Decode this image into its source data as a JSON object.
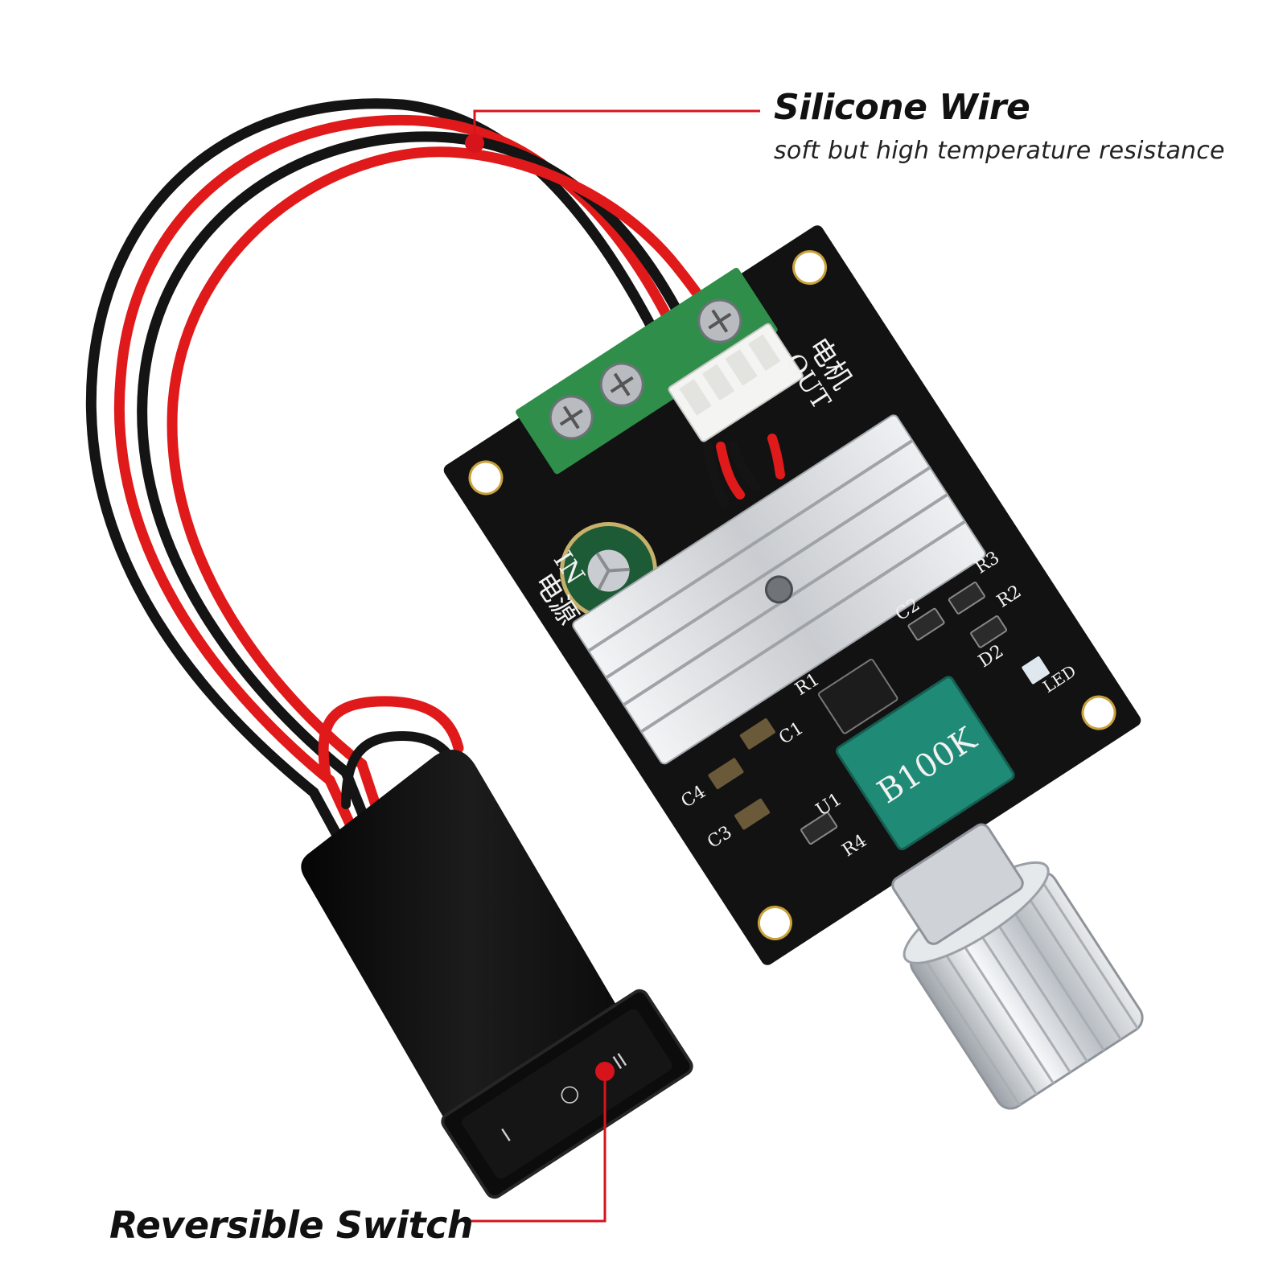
{
  "callouts": {
    "silicone_wire": {
      "title": "Silicone Wire",
      "subtitle": "soft but high temperature resistance"
    },
    "reversible_switch": {
      "title": "Reversible Switch"
    }
  },
  "board_labels": {
    "potentiometer": "B100K",
    "out_cn": "电机",
    "out": "OUT",
    "in_cn": "电源",
    "in": "IN",
    "c1": "C1",
    "c2": "C2",
    "c3": "C3",
    "c4": "C4",
    "r1": "R1",
    "r2": "R2",
    "r3": "R3",
    "r4": "R4",
    "d2": "D2",
    "led": "LED",
    "u1": "U1"
  },
  "colors": {
    "accent_red": "#d7141c",
    "wire_red": "#e01a1a",
    "wire_black": "#141414",
    "pcb": "#121212",
    "heatsink": "#d9dcdf",
    "terminal_green": "#2f8f4a",
    "pot_green": "#1f8a76"
  }
}
